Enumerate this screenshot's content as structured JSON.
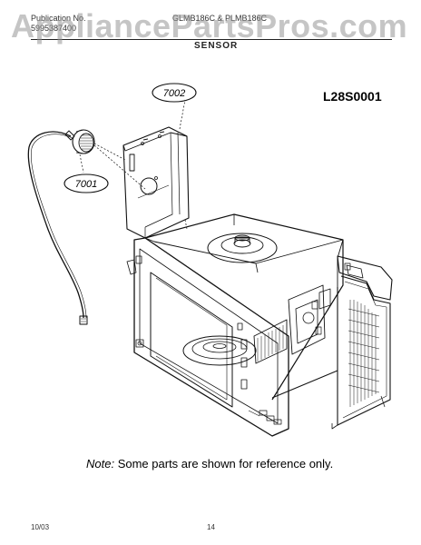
{
  "header": {
    "publication_label": "Publication No.",
    "publication_number": "5995387400",
    "models": "GLMB186C & PLMB186C",
    "section_title": "SENSOR"
  },
  "watermark": "AppliancePartsPros.com",
  "diagram_id": "L28S0001",
  "callouts": [
    {
      "label": "7002"
    },
    {
      "label": "7001"
    }
  ],
  "note": {
    "label": "Note:",
    "text": "Some parts are shown for reference only."
  },
  "footer": {
    "date": "10/03",
    "page": "14"
  }
}
